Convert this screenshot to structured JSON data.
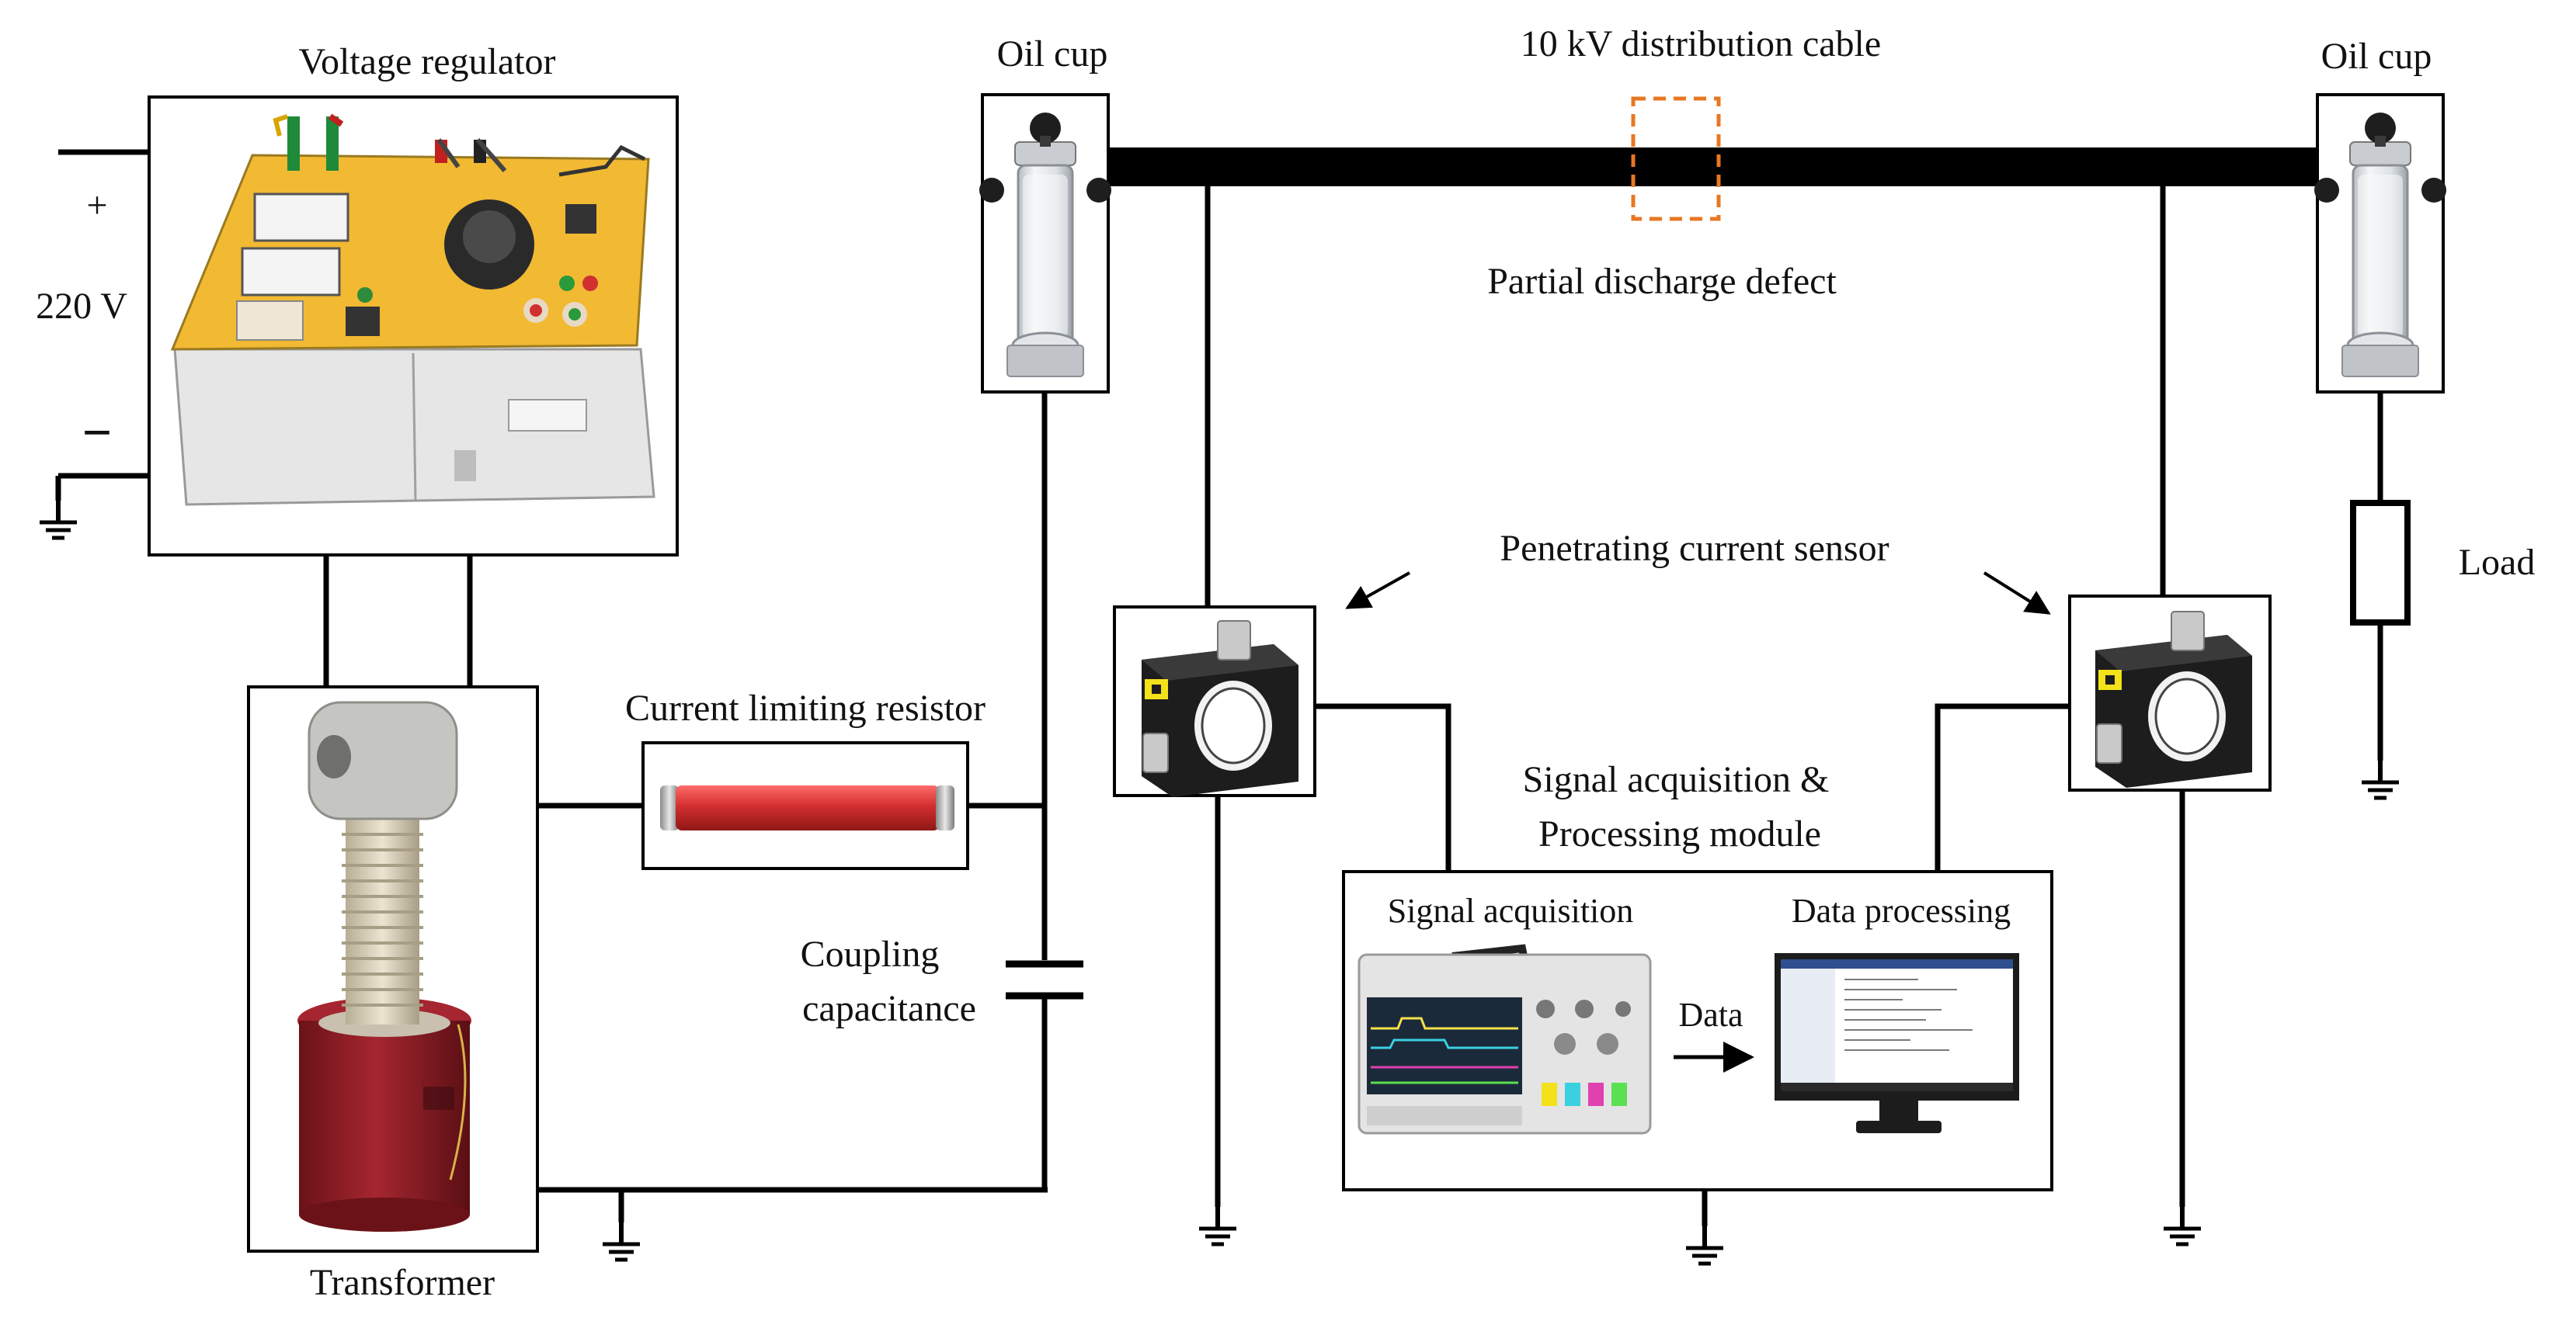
{
  "labels": {
    "voltage_regulator": "Voltage regulator",
    "plus": "+",
    "supply_voltage": "220 V",
    "minus": "−",
    "oil_cup_left": "Oil cup",
    "oil_cup_right": "Oil cup",
    "cable": "10 kV distribution cable",
    "defect": "Partial discharge defect",
    "sensor": "Penetrating current sensor",
    "load": "Load",
    "resistor": "Current limiting resistor",
    "module_line1": "Signal acquisition &",
    "module_line2": "Processing module",
    "acquisition": "Signal acquisition",
    "processing": "Data processing",
    "data_arrow": "Data",
    "coupling_line1": "Coupling",
    "coupling_line2": "capacitance",
    "transformer": "Transformer"
  },
  "colors": {
    "line": "#000000",
    "defect_box": "#e87722",
    "regulator_panel": "#f2b933",
    "regulator_body": "#e6e6e6",
    "resistor": "#d42f2f",
    "transformer_base": "#8f1c22",
    "transformer_insulator": "#d8cfb8",
    "sensor_body": "#1d1d1d",
    "sensor_tag": "#f3e11a",
    "scope_screen": "#1a2a3a",
    "monitor_screen": "#ffffff"
  },
  "icons": {
    "ground": "ground-icon",
    "oil_cup": "oil-cup-photo",
    "sensor": "current-sensor-photo",
    "regulator": "voltage-regulator-photo",
    "transformer": "transformer-photo",
    "resistor": "resistor-photo",
    "oscilloscope": "oscilloscope-photo",
    "monitor": "monitor-photo"
  }
}
